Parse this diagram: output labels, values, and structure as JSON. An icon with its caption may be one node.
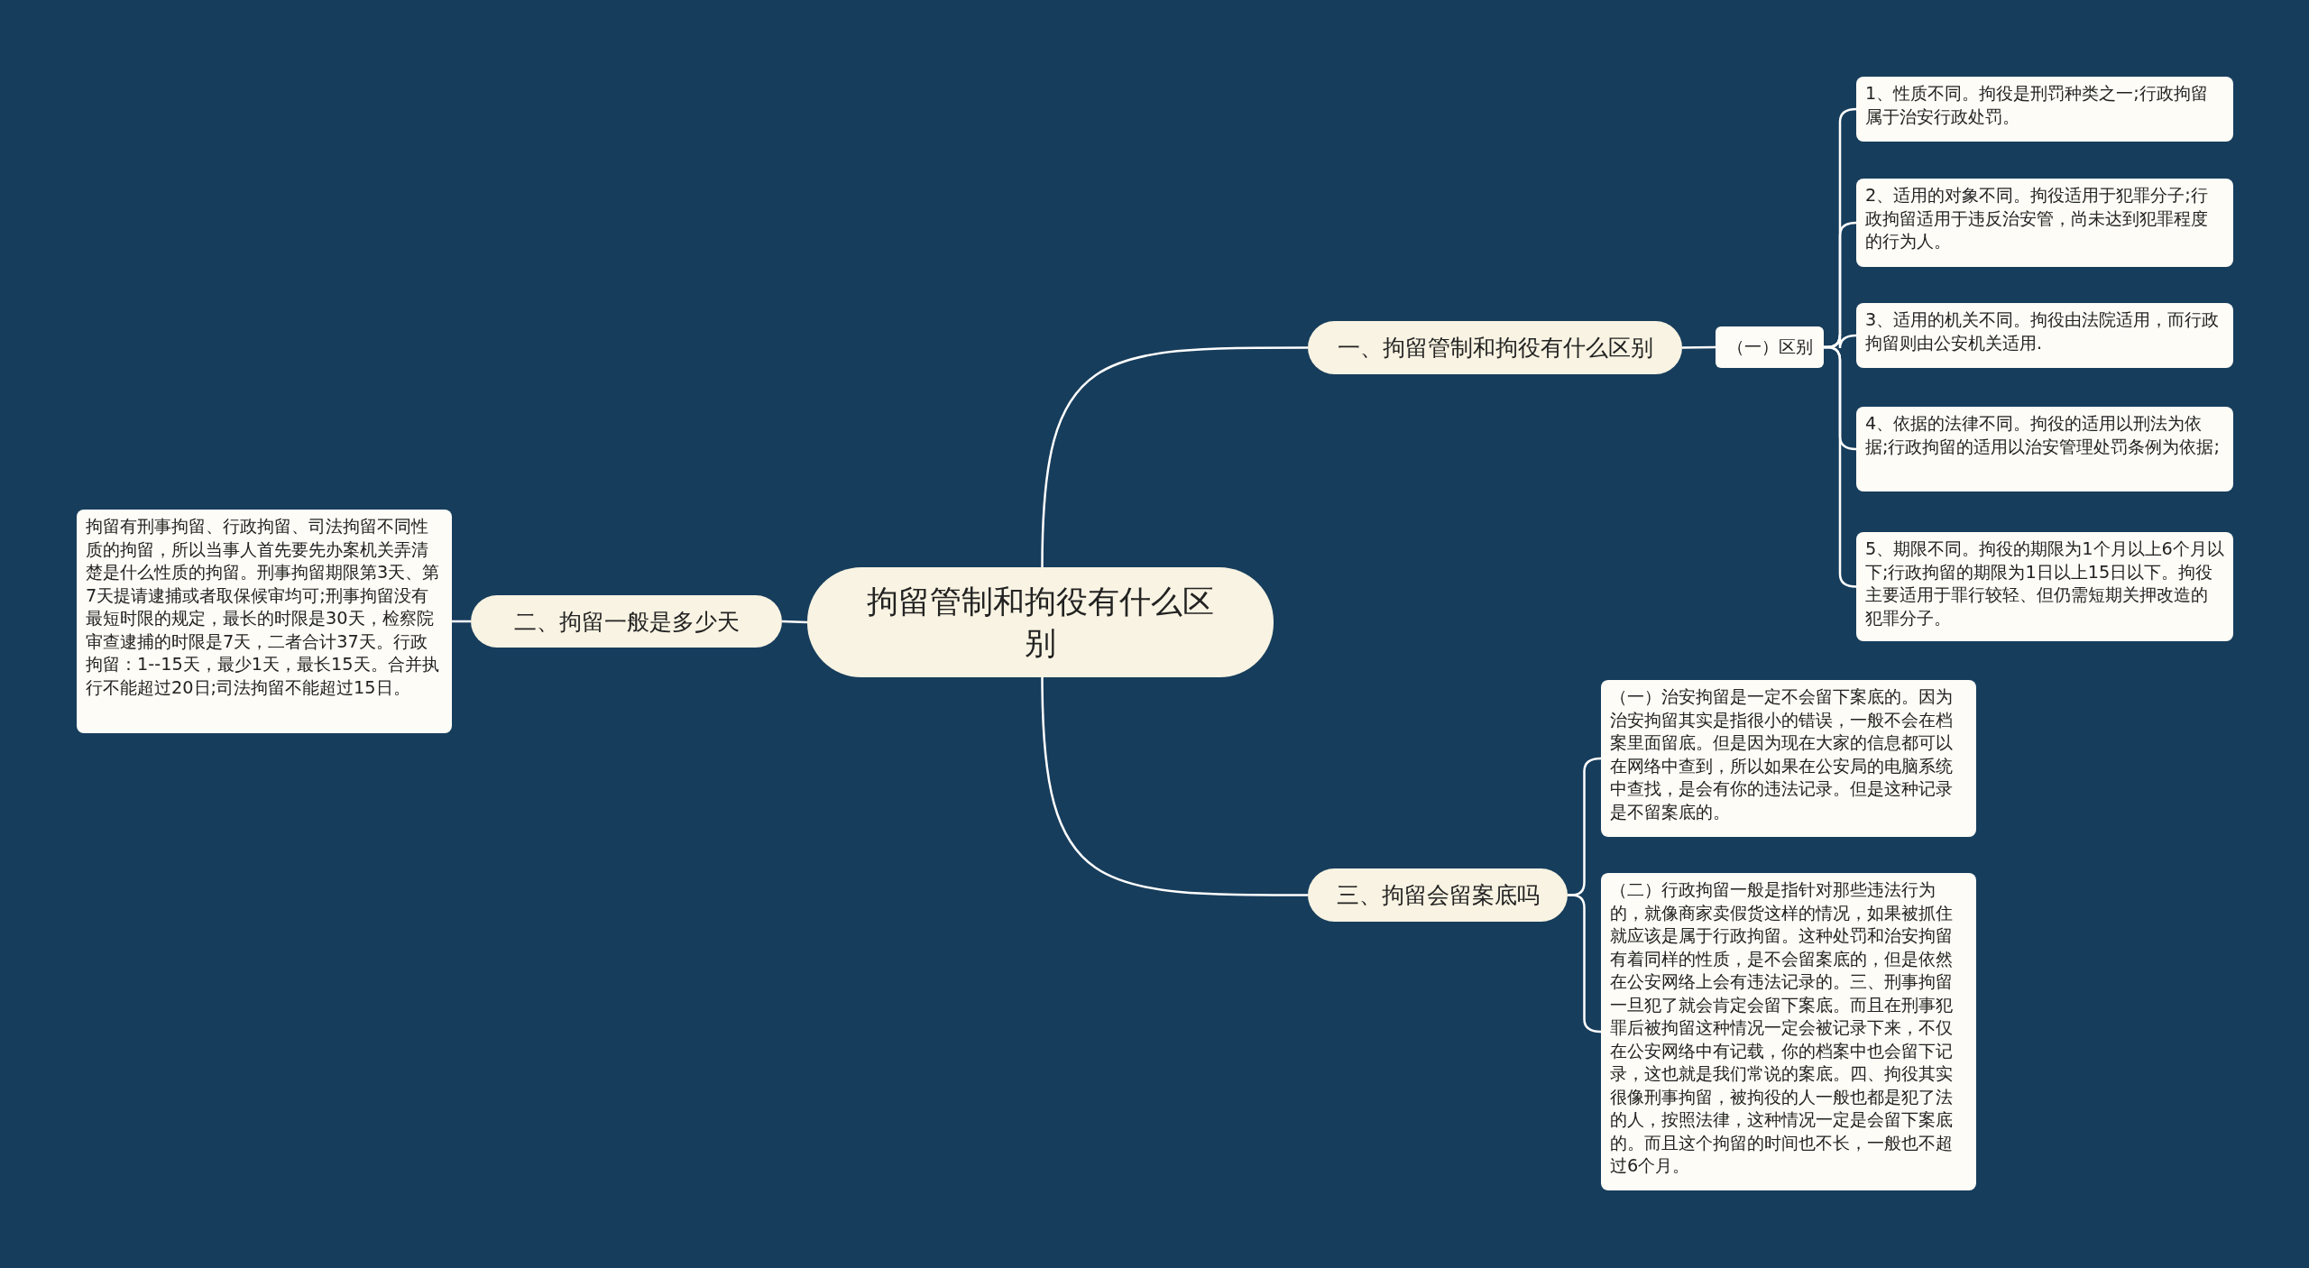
{
  "diagram": {
    "nodes": [
      {
        "text": [
          "拘留管制和拘役有什么区别"
        ]
      },
      {
        "text": [
          "一、拘留管制和拘役有什么区别"
        ]
      },
      {
        "text": [
          "（一）区别"
        ]
      },
      {
        "text": [
          "1、性质不同。拘役是刑罚种类之一;行政拘留属于治安行政处罚。"
        ]
      },
      {
        "text": [
          "2、适用的对象不同。拘役适用于犯罪分子;行政拘留适用于违反治安管，尚未达到犯罪程度的行为人。"
        ]
      },
      {
        "text": [
          "3、适用的机关不同。拘役由法院适用，而行政拘留则由公安机关适用."
        ]
      },
      {
        "text": [
          "4、依据的法律不同。拘役的适用以刑法为依据;行政拘留的适用以治安管理处罚条例为依据;"
        ]
      },
      {
        "text": [
          "5、期限不同。拘役的期限为1个月以上6个月以下;行政拘留的期限为1日以上15日以下。拘役主要适用于罪行较轻、但仍需短期关押改造的犯罪分子。"
        ]
      },
      {
        "text": [
          "二、拘留一般是多少天"
        ]
      },
      {
        "text": [
          "拘留有刑事拘留、行政拘留、司法拘留不同性质的拘留，所以当事人首先要先办案机关弄清楚是什么性质的拘留。刑事拘留期限第3天、第7天提请逮捕或者取保候审均可;刑事拘留没有最短时限的规定，最长的时限是30天，检察院审查逮捕的时限是7天，二者合计37天。行政拘留：1--15天，最少1天，最长15天。合并执行不能超过20日;司法拘留不能超过15日。"
        ]
      },
      {
        "text": [
          "三、拘留会留案底吗"
        ]
      },
      {
        "text": [
          "（一）治安拘留是一定不会留下案底的。因为治安拘留其实是指很小的错误，一般不会在档案里面留底。但是因为现在大家的信息都可以在网络中查到，所以如果在公安局的电脑系统中查找，是会有你的违法记录。但是这种记录是不留案底的。"
        ]
      },
      {
        "text": [
          "（二）行政拘留一般是指针对那些违法行为的，就像商家卖假货这样的情况，如果被抓住就应该是属于行政拘留。这种处罚和治安拘留有着同样的性质，是不会留案底的，但是依然在公安网络上会有违法记录的。三、刑事拘留一旦犯了就会肯定会留下案底。而且在刑事犯罪后被拘留这种情况一定会被记录下来，不仅在公安网络中有记载，你的档案中也会留下记录，这也就是我们常说的案底。四、拘役其实很像刑事拘留，被拘役的人一般也都是犯了法的人，按照法律，这种情况一定是会留下案底的。而且这个拘留的时间也不长，一般也不超过6个月。"
        ]
      }
    ],
    "edges": [
      {
        "from": 0,
        "to": 1,
        "arrow": "none"
      },
      {
        "from": 1,
        "to": 2,
        "arrow": "none"
      },
      {
        "from": 2,
        "to": 3,
        "arrow": "none"
      },
      {
        "from": 2,
        "to": 4,
        "arrow": "none"
      },
      {
        "from": 2,
        "to": 5,
        "arrow": "none"
      },
      {
        "from": 2,
        "to": 6,
        "arrow": "none"
      },
      {
        "from": 2,
        "to": 7,
        "arrow": "none"
      },
      {
        "from": 0,
        "to": 8,
        "arrow": "none"
      },
      {
        "from": 8,
        "to": 9,
        "arrow": "none"
      },
      {
        "from": 0,
        "to": 10,
        "arrow": "none"
      },
      {
        "from": 10,
        "to": 11,
        "arrow": "none"
      },
      {
        "from": 10,
        "to": 12,
        "arrow": "none"
      }
    ]
  }
}
